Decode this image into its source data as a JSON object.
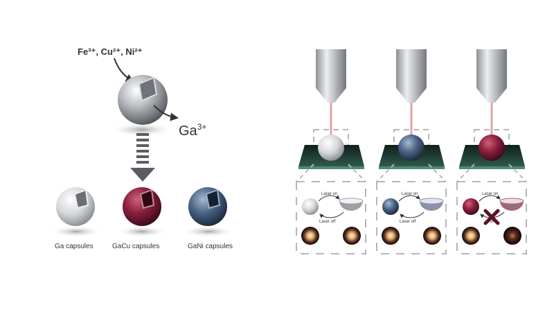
{
  "left": {
    "ions_label": "Fe³⁺, Cu²⁺, Ni²⁺",
    "ga_label_base": "Ga",
    "ga_label_sup": "3+",
    "capsules": [
      {
        "label": "Ga capsules",
        "color": "#c9cbcf"
      },
      {
        "label": "GaCu capsules",
        "color": "#8a1f3c"
      },
      {
        "label": "GaNi capsules",
        "color": "#3f5573"
      }
    ]
  },
  "right": {
    "laser_on": "Laser on",
    "laser_off": "Laser off",
    "beam_color": "#e8a0a0",
    "glass_color": "#1f3b33",
    "panels": [
      {
        "sphere_color": "#d8d9dc",
        "result": "reversible",
        "laser_on_label": "Laser on",
        "laser_off_label": "Laser off"
      },
      {
        "sphere_color": "#4a6485",
        "result": "reversible",
        "laser_on_label": "Laser on",
        "laser_off_label": "Laser off"
      },
      {
        "sphere_color": "#8a1f3c",
        "result": "irreversible",
        "laser_on_label": "Laser on",
        "laser_off_label": "off"
      }
    ]
  }
}
